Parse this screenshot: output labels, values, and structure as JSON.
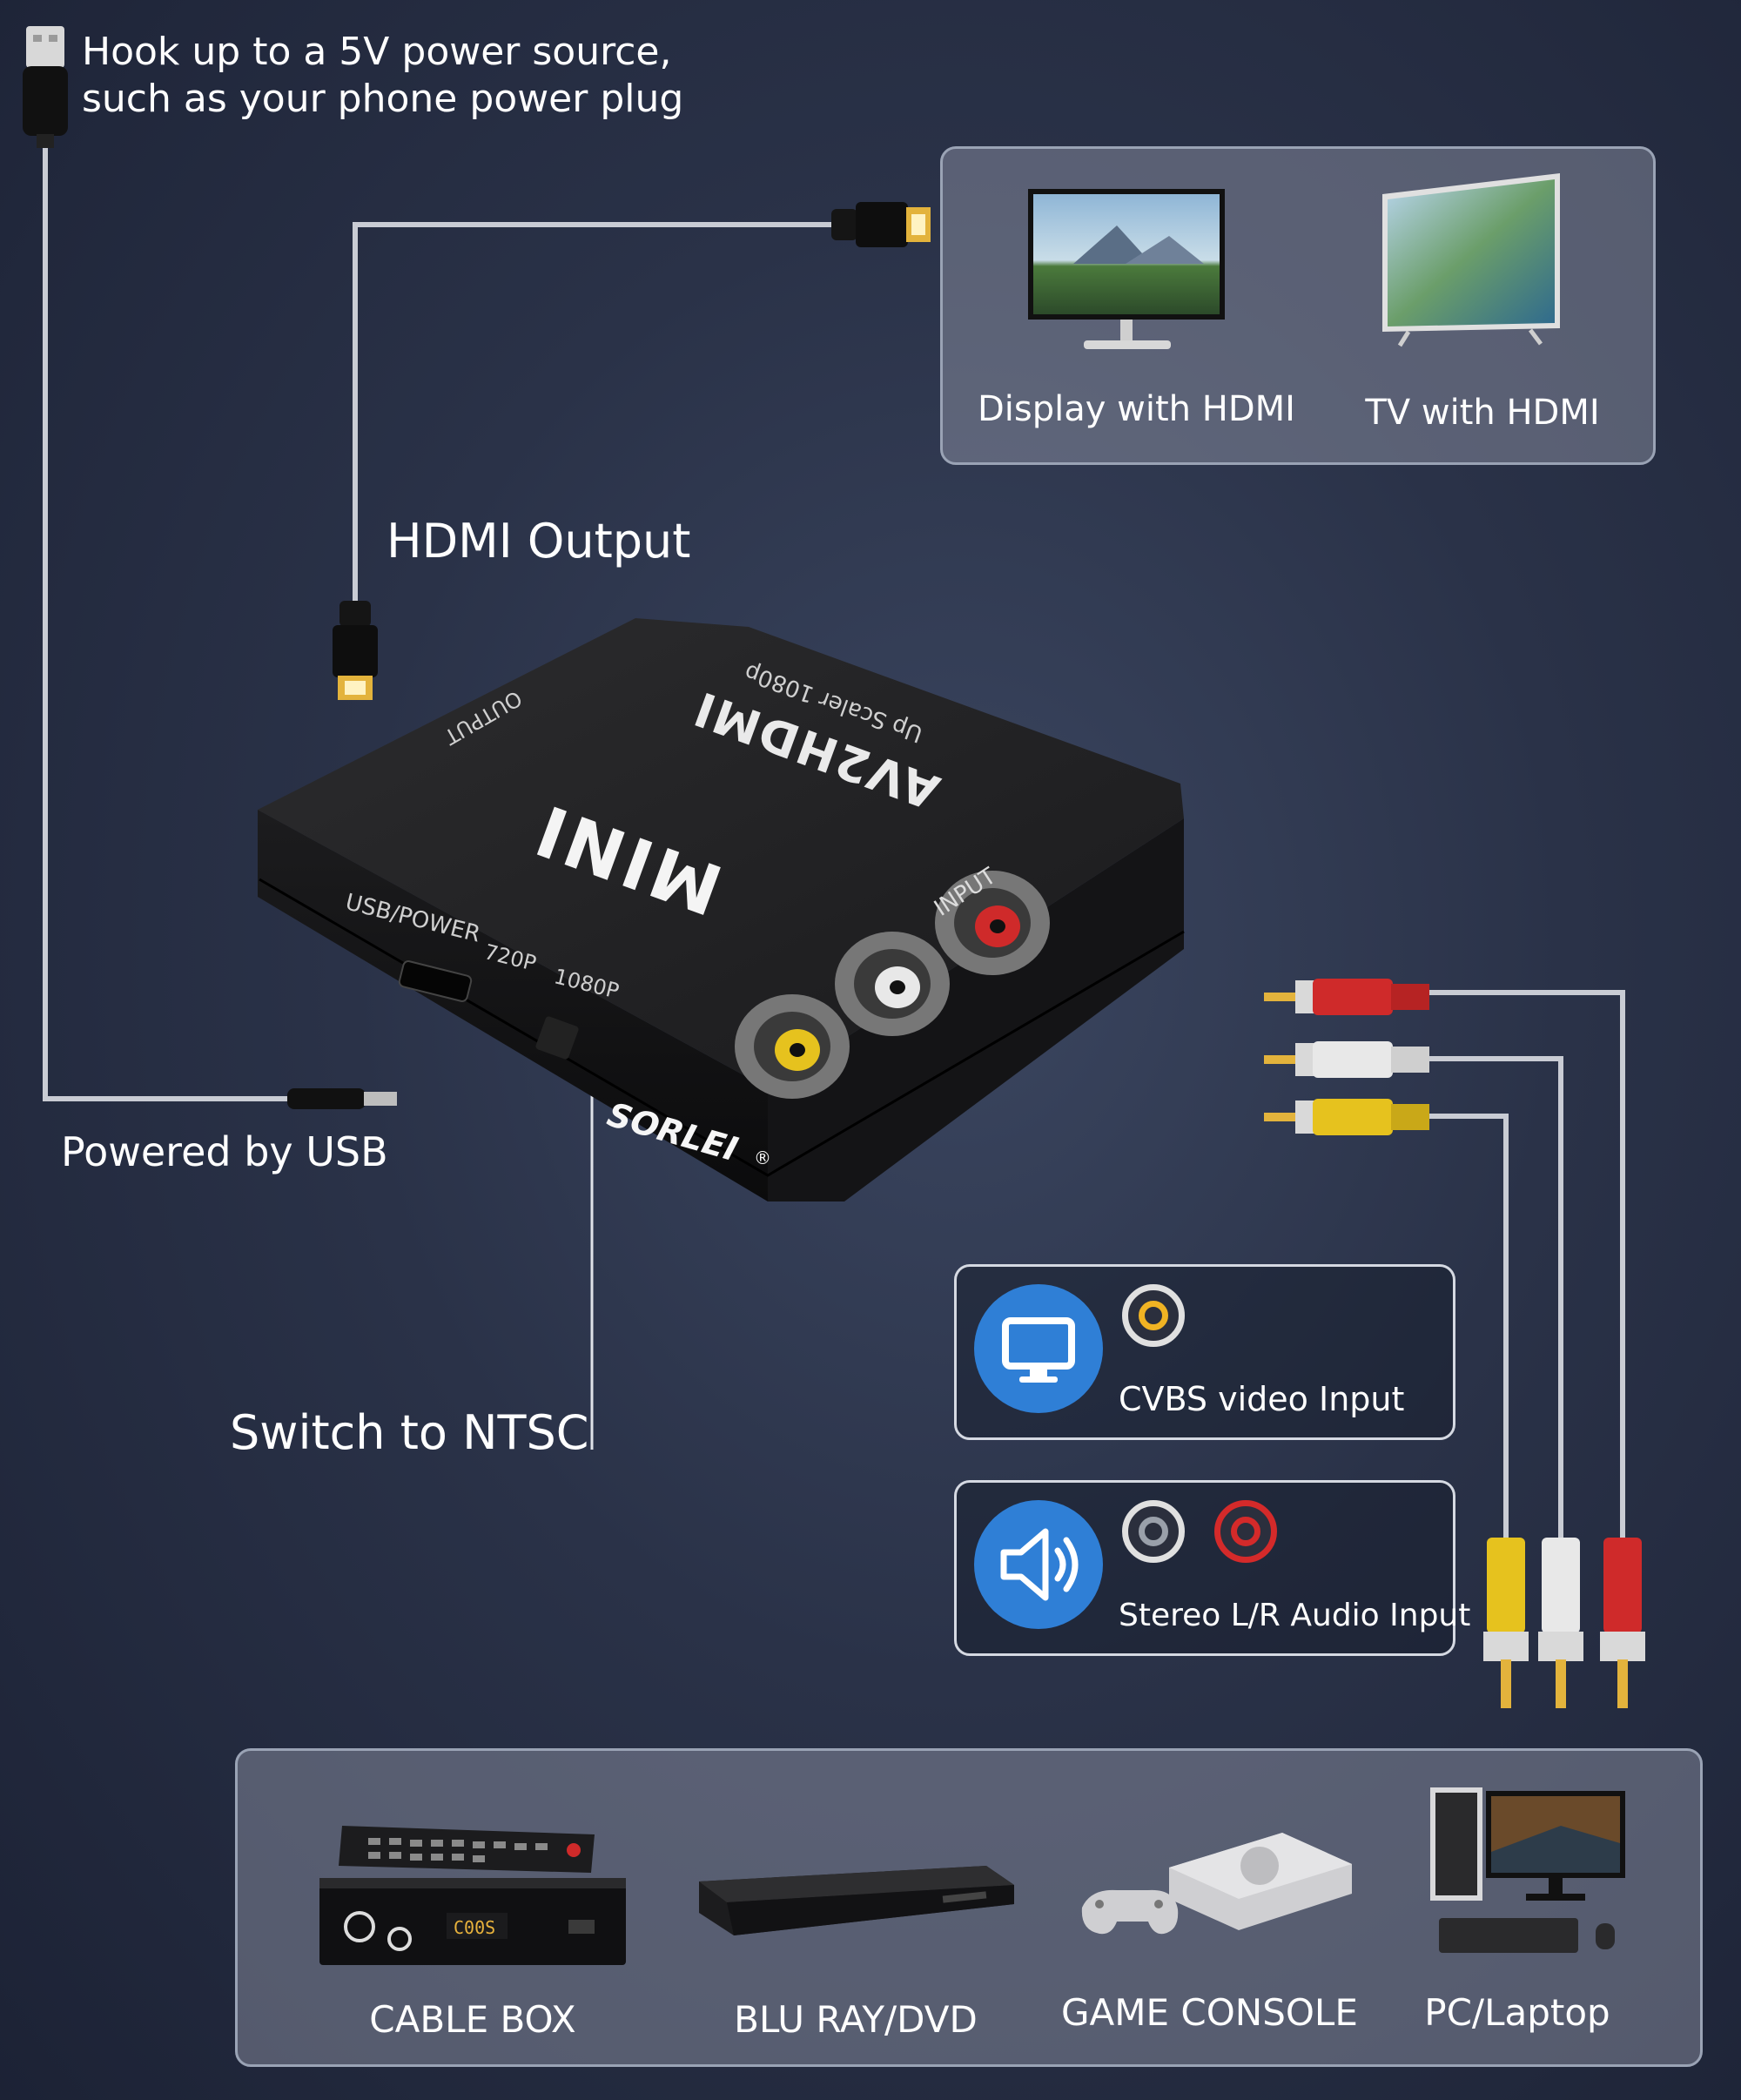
{
  "power": {
    "note_line1": "Hook up to a 5V power source,",
    "note_line2": "such as your phone power plug",
    "usb_label": "Powered by USB"
  },
  "hdmi": {
    "output_label": "HDMI Output",
    "targets": [
      {
        "label": "Display with HDMI",
        "icon": "monitor-icon"
      },
      {
        "label": "TV with HDMI",
        "icon": "tv-icon"
      }
    ]
  },
  "device": {
    "top_model": "AV2HDMI",
    "top_sub": "Up Scaler 1080p",
    "top_mini": "MINI",
    "output_port": "OUTPUT",
    "input_port": "INPUT",
    "usb_power": "USB/POWER",
    "res_720": "720P",
    "res_1080": "1080P",
    "brand": "SORLEI",
    "brand_mark": "®"
  },
  "switch_label": "Switch to NTSC",
  "inputs": {
    "video": {
      "label": "CVBS video Input",
      "icon": "monitor-icon",
      "ring_color": "#f0b323"
    },
    "audio": {
      "label": "Stereo L/R Audio Input",
      "icon": "speaker-icon",
      "ring_colors": [
        "#e0e0e0",
        "#d42a2a"
      ]
    }
  },
  "rca_colors": {
    "red": "#cf2a2a",
    "white": "#e8e8e8",
    "yellow": "#e6c21e"
  },
  "sources": [
    {
      "label": "CABLE BOX",
      "icon": "cable-box-icon"
    },
    {
      "label": "BLU RAY/DVD",
      "icon": "dvd-player-icon"
    },
    {
      "label": "GAME CONSOLE",
      "icon": "game-console-icon"
    },
    {
      "label": "PC/Laptop",
      "icon": "pc-icon"
    }
  ]
}
